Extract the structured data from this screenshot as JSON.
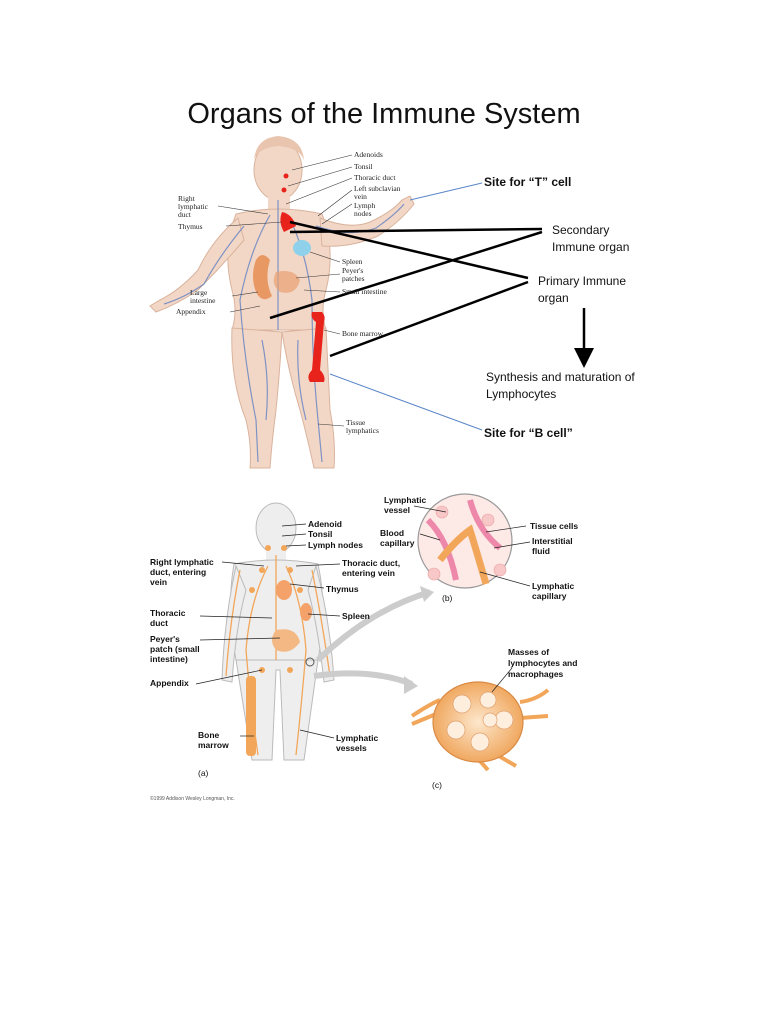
{
  "title": "Organs of the Immune System",
  "figure1": {
    "labels": {
      "adenoids": "Adenoids",
      "tonsil": "Tonsil",
      "thoracic_duct": "Thoracic duct",
      "left_subclavian_1": "Left subclavian",
      "left_subclavian_2": "vein",
      "right_lymphatic_1": "Right",
      "right_lymphatic_2": "lymphatic",
      "right_lymphatic_3": "duct",
      "lymph_nodes_1": "Lymph",
      "lymph_nodes_2": "nodes",
      "thymus": "Thymus",
      "spleen": "Spleen",
      "peyers_1": "Peyer's",
      "peyers_2": "patches",
      "small_intestine": "Small intestine",
      "large_intestine_1": "Large",
      "large_intestine_2": "intestine",
      "appendix": "Appendix",
      "bone_marrow": "Bone marrow",
      "tissue_lymphatics_1": "Tissue",
      "tissue_lymphatics_2": "lymphatics"
    },
    "annotations": {
      "t_cell": "Site for “T” cell",
      "secondary_1": "Secondary",
      "secondary_2": "Immune organ",
      "primary_1": "Primary Immune",
      "primary_2": "organ",
      "synthesis_1": "Synthesis and maturation of",
      "synthesis_2": "Lymphocytes",
      "b_cell": "Site for “B cell”"
    }
  },
  "figure2": {
    "labels": {
      "adenoid": "Adenoid",
      "tonsil": "Tonsil",
      "lymph_nodes": "Lymph nodes",
      "right_lymphatic_1": "Right lymphatic",
      "right_lymphatic_2": "duct, entering",
      "right_lymphatic_3": "vein",
      "thoracic_duct_vein_1": "Thoracic duct,",
      "thoracic_duct_vein_2": "entering vein",
      "thymus": "Thymus",
      "thoracic_duct_1": "Thoracic",
      "thoracic_duct_2": "duct",
      "spleen": "Spleen",
      "peyers_1": "Peyer's",
      "peyers_2": "patch (small",
      "peyers_3": "intestine)",
      "appendix": "Appendix",
      "bone_marrow_1": "Bone",
      "bone_marrow_2": "marrow",
      "lymphatic_vessels_1": "Lymphatic",
      "lymphatic_vessels_2": "vessels",
      "lymphatic_vessel_1": "Lymphatic",
      "lymphatic_vessel_2": "vessel",
      "blood_capillary_1": "Blood",
      "blood_capillary_2": "capillary",
      "tissue_cells": "Tissue cells",
      "interstitial_1": "Interstitial",
      "interstitial_2": "fluid",
      "lymphatic_capillary_1": "Lymphatic",
      "lymphatic_capillary_2": "capillary",
      "masses_1": "Masses of",
      "masses_2": "lymphocytes and",
      "masses_3": "macrophages",
      "panel_a": "(a)",
      "panel_b": "(b)",
      "panel_c": "(c)",
      "copyright": "©1999 Addison Wesley Longman, Inc."
    }
  },
  "colors": {
    "skin": "#f3d7c6",
    "bone_marrow_red": "#e8231c",
    "lymph_orange": "#f2a65a",
    "blue_vessel": "#6a86c4",
    "annotation_line": "#5b86c9"
  }
}
